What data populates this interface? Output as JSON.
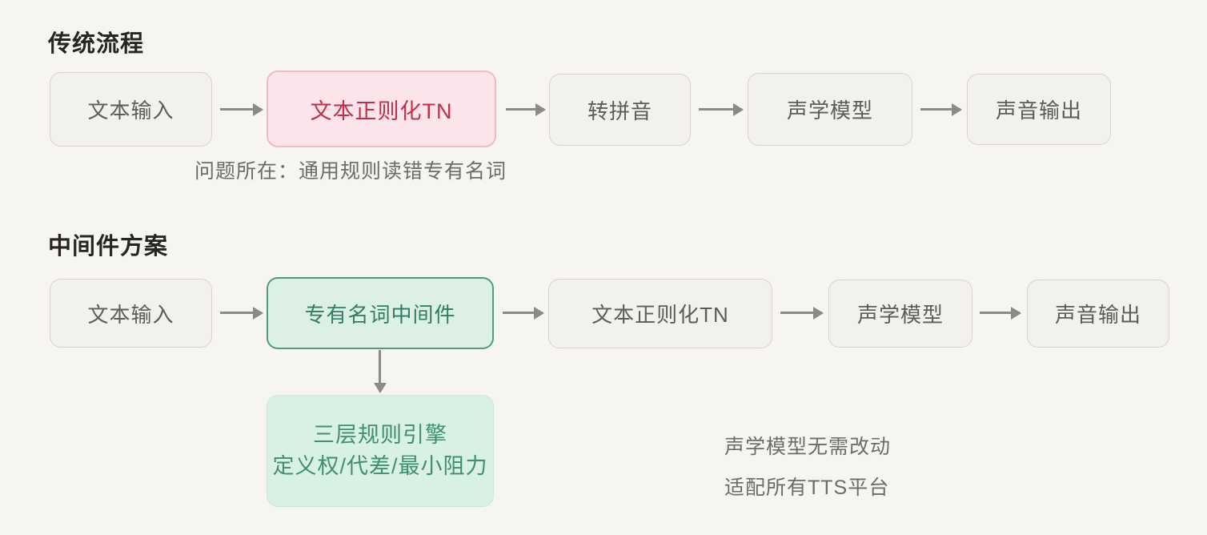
{
  "background_color": "#f7f5f1",
  "sections": [
    {
      "id": "traditional",
      "title": "传统流程",
      "nodes": [
        {
          "label": "文本输入",
          "style": "neutral"
        },
        {
          "label": "文本正则化TN",
          "style": "pink"
        },
        {
          "label": "转拼音",
          "style": "neutral"
        },
        {
          "label": "声学模型",
          "style": "neutral"
        },
        {
          "label": "声音输出",
          "style": "neutral"
        }
      ],
      "caption": "问题所在：通用规则读错专有名词"
    },
    {
      "id": "middleware",
      "title": "中间件方案",
      "nodes": [
        {
          "label": "文本输入",
          "style": "neutral"
        },
        {
          "label": "专有名词中间件",
          "style": "green"
        },
        {
          "label": "文本正则化TN",
          "style": "neutral"
        },
        {
          "label": "声学模型",
          "style": "neutral"
        },
        {
          "label": "声音输出",
          "style": "neutral"
        }
      ],
      "detail_box": {
        "line1": "三层规则引擎",
        "line2": "定义权/代差/最小阻力"
      },
      "notes": [
        "声学模型无需改动",
        "适配所有TTS平台"
      ]
    }
  ],
  "colors": {
    "neutral_fill": "#f2f1ec",
    "neutral_border": "#d6d4cc",
    "neutral_text": "#5d5c57",
    "pink_fill": "#fbe4ea",
    "pink_border": "#f0b9c9",
    "pink_text": "#c0304a",
    "green_fill": "#dcf0e6",
    "green_border": "#4f9c83",
    "green_text": "#2f7d63",
    "arrow": "#8b8a84",
    "heading_text": "#26251f",
    "caption_text": "#6d6c66"
  }
}
